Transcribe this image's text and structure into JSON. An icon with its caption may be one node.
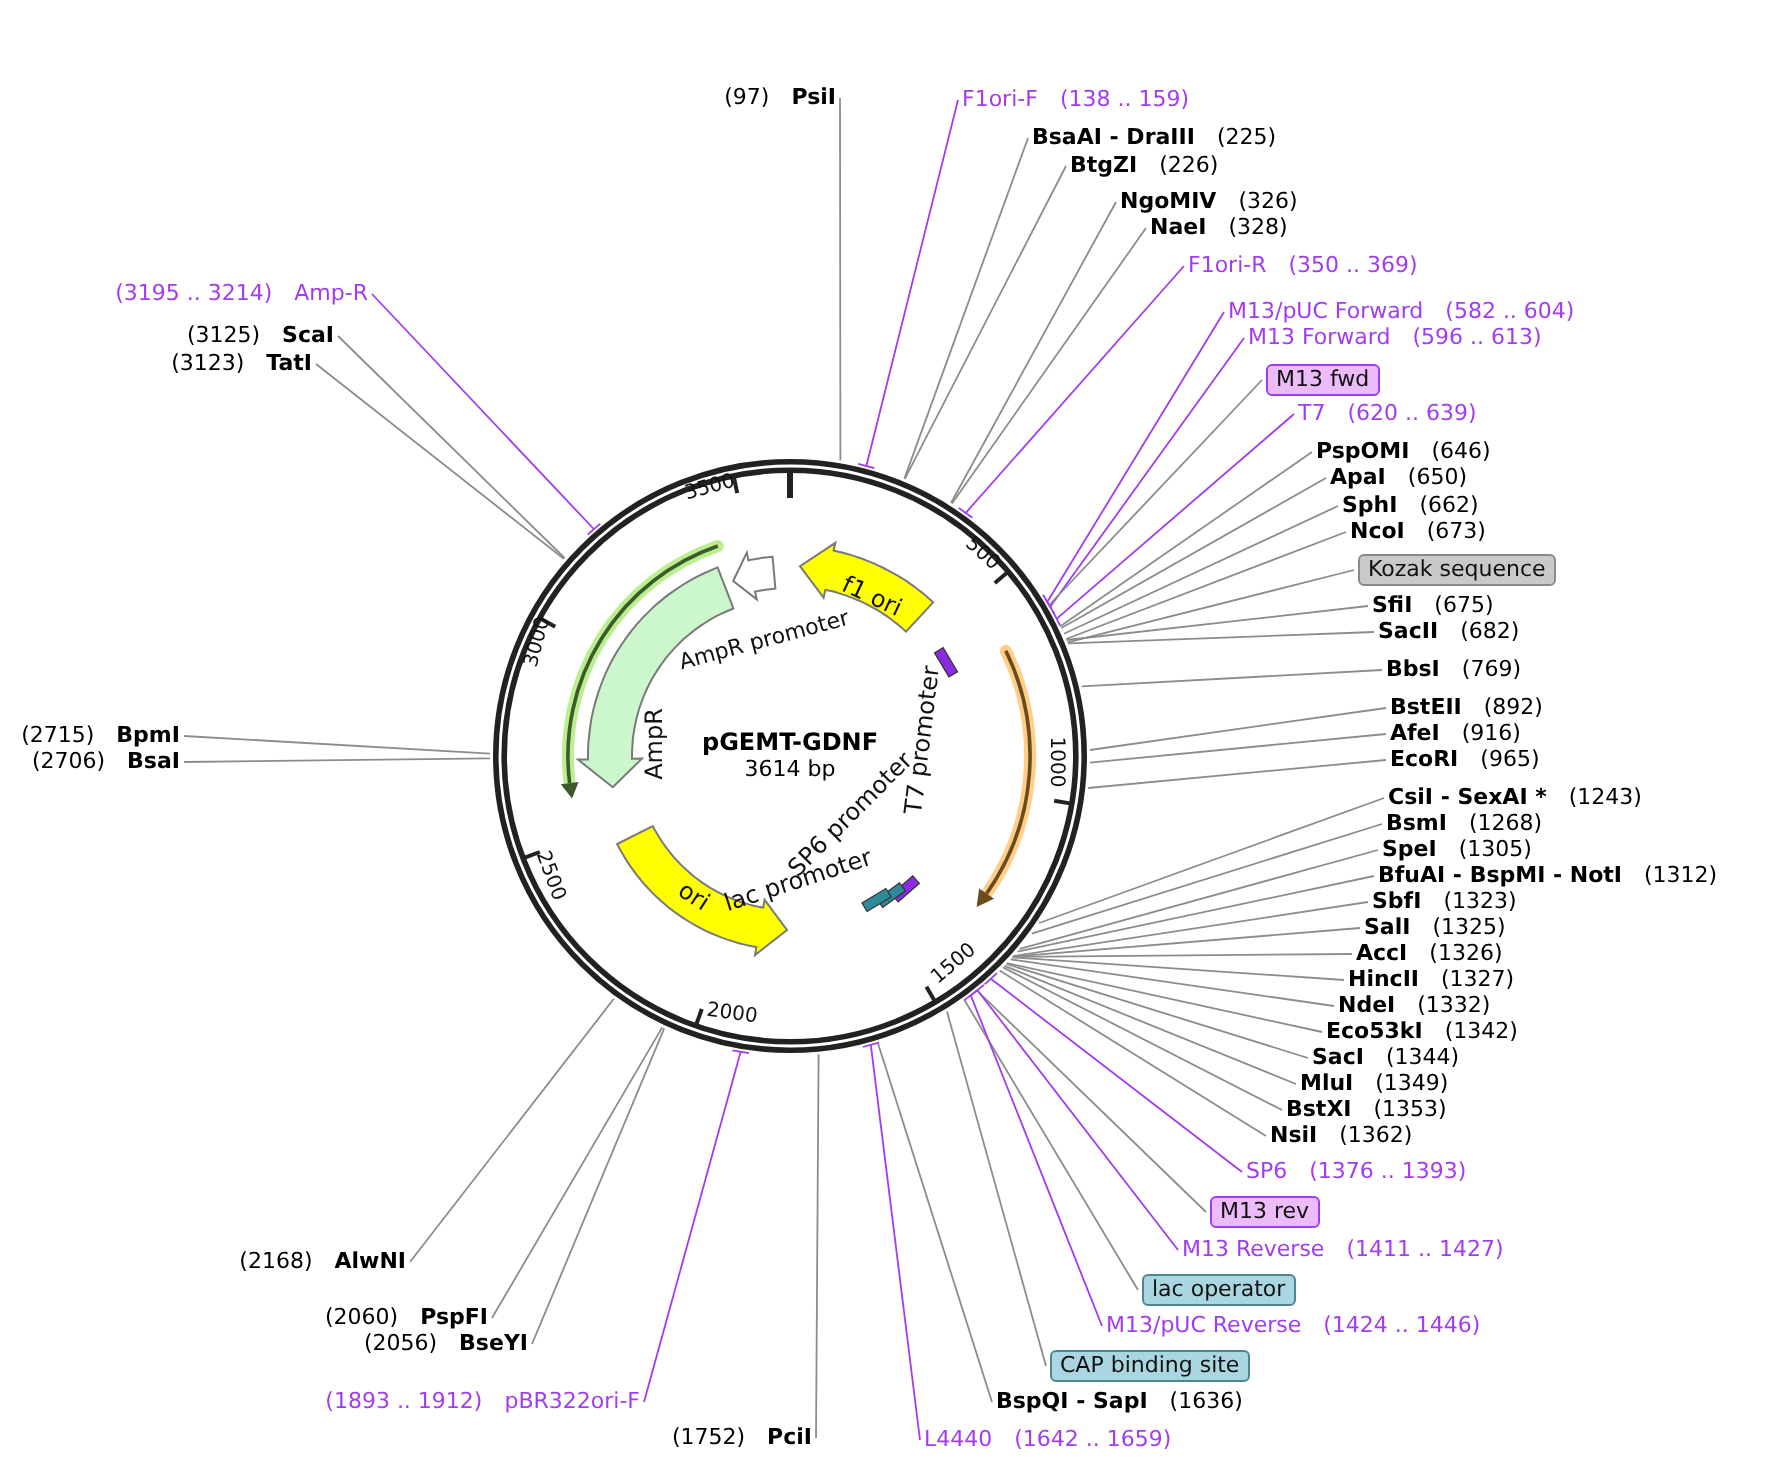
{
  "diagram": {
    "nodes": [
      {
        "text": [
          "pGEMT-GDNF",
          "3614 bp"
        ]
      },
      {
        "text": [
          "f1 ori"
        ],
        "in": 0
      },
      {
        "text": [
          "AmpR promoter"
        ],
        "in": 0
      },
      {
        "text": [
          "AmpR"
        ],
        "in": 0
      },
      {
        "text": [
          "ori"
        ],
        "in": 0
      },
      {
        "text": [
          "(97)",
          "PsiI"
        ]
      },
      {
        "text": [
          "F1ori-F",
          "(138 .. 159)"
        ]
      },
      {
        "text": [
          "BsaAI - DraIII",
          "(225)"
        ]
      },
      {
        "text": [
          "BtgZI",
          "(226)"
        ]
      },
      {
        "text": [
          "NgoMIV",
          "(326)"
        ]
      },
      {
        "text": [
          "NaeI",
          "(328)"
        ]
      },
      {
        "text": [
          "F1ori-R",
          "(350 .. 369)"
        ]
      },
      {
        "text": [
          "M13/pUC Forward",
          "(582 .. 604)"
        ]
      },
      {
        "text": [
          "M13 Forward",
          "(596 .. 613)"
        ]
      },
      {
        "text": [
          "M13 fwd"
        ]
      },
      {
        "text": [
          "T7",
          "(620 .. 639)"
        ]
      },
      {
        "text": [
          "PspOMI",
          "(646)"
        ]
      },
      {
        "text": [
          "ApaI",
          "(650)"
        ]
      },
      {
        "text": [
          "SphI",
          "(662)"
        ]
      },
      {
        "text": [
          "NcoI",
          "(673)"
        ]
      },
      {
        "text": [
          "Kozak sequence"
        ]
      },
      {
        "text": [
          "SfiI",
          "(675)"
        ]
      },
      {
        "text": [
          "SacII",
          "(682)"
        ]
      },
      {
        "text": [
          "BbsI",
          "(769)"
        ]
      },
      {
        "text": [
          "BstEII",
          "(892)"
        ]
      },
      {
        "text": [
          "AfeI",
          "(916)"
        ]
      },
      {
        "text": [
          "EcoRI",
          "(965)"
        ]
      },
      {
        "text": [
          "CsiI - SexAI *",
          "(1243)"
        ]
      },
      {
        "text": [
          "BsmI",
          "(1268)"
        ]
      },
      {
        "text": [
          "SpeI",
          "(1305)"
        ]
      },
      {
        "text": [
          "BfuAI - BspMI - NotI",
          "(1312)"
        ]
      },
      {
        "text": [
          "SbfI",
          "(1323)"
        ]
      },
      {
        "text": [
          "SalI",
          "(1325)"
        ]
      },
      {
        "text": [
          "AccI",
          "(1326)"
        ]
      },
      {
        "text": [
          "HincII",
          "(1327)"
        ]
      },
      {
        "text": [
          "NdeI",
          "(1332)"
        ]
      },
      {
        "text": [
          "Eco53kI",
          "(1342)"
        ]
      },
      {
        "text": [
          "SacI",
          "(1344)"
        ]
      },
      {
        "text": [
          "MluI",
          "(1349)"
        ]
      },
      {
        "text": [
          "BstXI",
          "(1353)"
        ]
      },
      {
        "text": [
          "NsiI",
          "(1362)"
        ]
      },
      {
        "text": [
          "SP6",
          "(1376 .. 1393)"
        ]
      },
      {
        "text": [
          "M13 rev"
        ]
      },
      {
        "text": [
          "M13 Reverse",
          "(1411 .. 1427)"
        ]
      },
      {
        "text": [
          "lac operator"
        ]
      },
      {
        "text": [
          "M13/pUC Reverse",
          "(1424 .. 1446)"
        ]
      },
      {
        "text": [
          "CAP binding site"
        ]
      },
      {
        "text": [
          "BspQI - SapI",
          "(1636)"
        ]
      },
      {
        "text": [
          "L4440",
          "(1642 .. 1659)"
        ]
      },
      {
        "text": [
          "(1752)",
          "PciI"
        ]
      },
      {
        "text": [
          "(1893 .. 1912)",
          "pBR322ori-F"
        ]
      },
      {
        "text": [
          "(2056)",
          "BseYI"
        ]
      },
      {
        "text": [
          "(2060)",
          "PspFI"
        ]
      },
      {
        "text": [
          "(2168)",
          "AlwNI"
        ]
      },
      {
        "text": [
          "(2706)",
          "BsaI"
        ]
      },
      {
        "text": [
          "(2715)",
          "BpmI"
        ]
      },
      {
        "text": [
          "(3123)",
          "TatI"
        ]
      },
      {
        "text": [
          "(3125)",
          "ScaI"
        ]
      },
      {
        "text": [
          "(3195 .. 3214)",
          "Amp-R"
        ]
      }
    ],
    "edges": [
      {
        "from": 5,
        "to": 0,
        "arrow": "none"
      },
      {
        "from": 6,
        "to": 0,
        "arrow": "none",
        "color": "#a23cf0"
      },
      {
        "from": 7,
        "to": 0,
        "arrow": "none"
      },
      {
        "from": 8,
        "to": 0,
        "arrow": "none"
      },
      {
        "from": 9,
        "to": 0,
        "arrow": "none"
      },
      {
        "from": 10,
        "to": 0,
        "arrow": "none"
      },
      {
        "from": 11,
        "to": 0,
        "arrow": "none",
        "color": "#a23cf0"
      },
      {
        "from": 12,
        "to": 0,
        "arrow": "none",
        "color": "#a23cf0"
      },
      {
        "from": 13,
        "to": 0,
        "arrow": "none",
        "color": "#a23cf0"
      },
      {
        "from": 14,
        "to": 0,
        "arrow": "none"
      },
      {
        "from": 15,
        "to": 0,
        "arrow": "none",
        "color": "#a23cf0"
      },
      {
        "from": 16,
        "to": 0,
        "arrow": "none"
      },
      {
        "from": 17,
        "to": 0,
        "arrow": "none"
      },
      {
        "from": 18,
        "to": 0,
        "arrow": "none"
      },
      {
        "from": 19,
        "to": 0,
        "arrow": "none"
      },
      {
        "from": 20,
        "to": 0,
        "arrow": "none"
      },
      {
        "from": 21,
        "to": 0,
        "arrow": "none"
      },
      {
        "from": 22,
        "to": 0,
        "arrow": "none"
      },
      {
        "from": 23,
        "to": 0,
        "arrow": "none"
      },
      {
        "from": 24,
        "to": 0,
        "arrow": "none"
      },
      {
        "from": 25,
        "to": 0,
        "arrow": "none"
      },
      {
        "from": 26,
        "to": 0,
        "arrow": "none"
      },
      {
        "from": 27,
        "to": 0,
        "arrow": "none"
      },
      {
        "from": 28,
        "to": 0,
        "arrow": "none"
      },
      {
        "from": 29,
        "to": 0,
        "arrow": "none"
      },
      {
        "from": 30,
        "to": 0,
        "arrow": "none"
      },
      {
        "from": 31,
        "to": 0,
        "arrow": "none"
      },
      {
        "from": 32,
        "to": 0,
        "arrow": "none"
      },
      {
        "from": 33,
        "to": 0,
        "arrow": "none"
      },
      {
        "from": 34,
        "to": 0,
        "arrow": "none"
      },
      {
        "from": 35,
        "to": 0,
        "arrow": "none"
      },
      {
        "from": 36,
        "to": 0,
        "arrow": "none"
      },
      {
        "from": 37,
        "to": 0,
        "arrow": "none"
      },
      {
        "from": 38,
        "to": 0,
        "arrow": "none"
      },
      {
        "from": 39,
        "to": 0,
        "arrow": "none"
      },
      {
        "from": 40,
        "to": 0,
        "arrow": "none"
      },
      {
        "from": 41,
        "to": 0,
        "arrow": "none",
        "color": "#a23cf0"
      },
      {
        "from": 42,
        "to": 0,
        "arrow": "none"
      },
      {
        "from": 43,
        "to": 0,
        "arrow": "none",
        "color": "#a23cf0"
      },
      {
        "from": 44,
        "to": 0,
        "arrow": "none"
      },
      {
        "from": 45,
        "to": 0,
        "arrow": "none",
        "color": "#a23cf0"
      },
      {
        "from": 46,
        "to": 0,
        "arrow": "none"
      },
      {
        "from": 47,
        "to": 0,
        "arrow": "none"
      },
      {
        "from": 48,
        "to": 0,
        "arrow": "none",
        "color": "#a23cf0"
      },
      {
        "from": 49,
        "to": 0,
        "arrow": "none"
      },
      {
        "from": 50,
        "to": 0,
        "arrow": "none",
        "color": "#a23cf0"
      },
      {
        "from": 51,
        "to": 0,
        "arrow": "none"
      },
      {
        "from": 52,
        "to": 0,
        "arrow": "none"
      },
      {
        "from": 53,
        "to": 0,
        "arrow": "none"
      },
      {
        "from": 54,
        "to": 0,
        "arrow": "none"
      },
      {
        "from": 55,
        "to": 0,
        "arrow": "none"
      },
      {
        "from": 56,
        "to": 0,
        "arrow": "none"
      },
      {
        "from": 57,
        "to": 0,
        "arrow": "none"
      },
      {
        "from": 58,
        "to": 0,
        "arrow": "none",
        "color": "#a23cf0"
      }
    ],
    "labels": [
      "3500",
      "500",
      "1000",
      "1500",
      "2000",
      "2500",
      "3000",
      "T7 promoter",
      "SP6 promoter",
      "lac promoter"
    ]
  }
}
